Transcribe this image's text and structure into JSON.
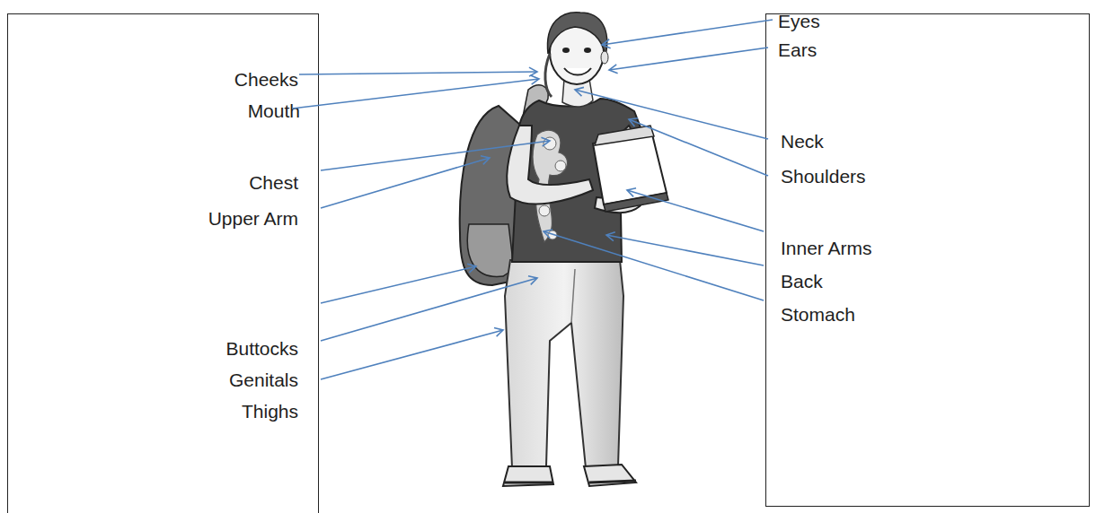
{
  "diagram": {
    "nodes": [
      {
        "text": [
          "Cheeks",
          "Mouth",
          "Chest",
          "Upper Arm",
          "Buttocks",
          "Genitals",
          "Thighs"
        ]
      },
      {
        "text": [
          "Eyes",
          "Ears",
          "Neck",
          "Shoulders",
          "Inner Arms",
          "Back",
          "Stomach"
        ]
      }
    ]
  }
}
